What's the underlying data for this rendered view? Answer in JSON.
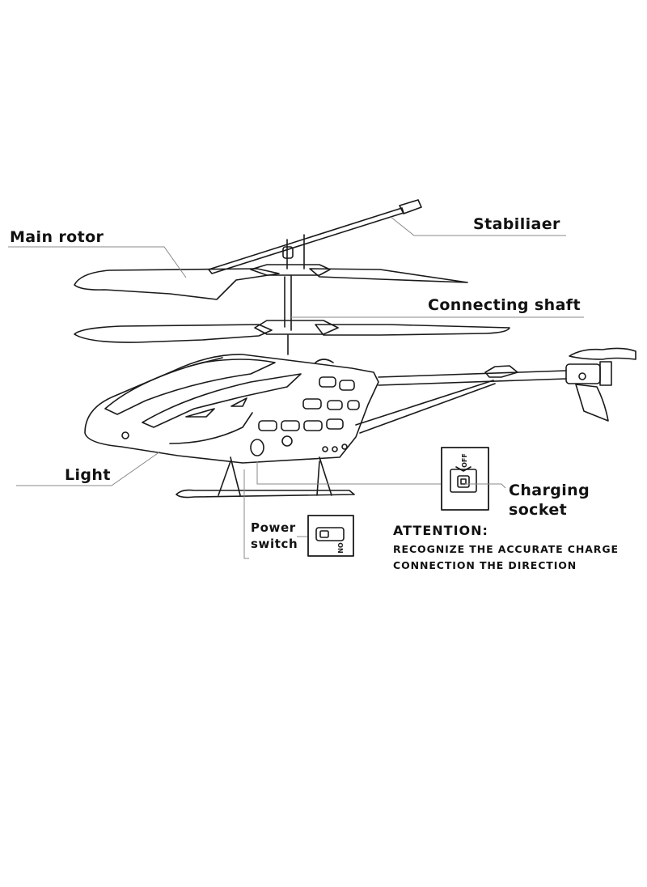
{
  "labels": {
    "main_rotor": "Main rotor",
    "stabilizer": "Stabiliaer",
    "connecting_shaft": "Connecting shaft",
    "light": "Light",
    "charging_socket_line1": "Charging",
    "charging_socket_line2": "socket",
    "power_switch_line1": "Power",
    "power_switch_line2": "switch"
  },
  "attention": {
    "title": "ATTENTION:",
    "line1": "RECOGNIZE THE ACCURATE CHARGE",
    "line2": "CONNECTION THE DIRECTION"
  },
  "switch_marks": {
    "charging_socket": "OFF",
    "power_switch": "ON"
  },
  "colors": {
    "line": "#1a1a1a",
    "leader": "#888888",
    "background": "#ffffff"
  }
}
